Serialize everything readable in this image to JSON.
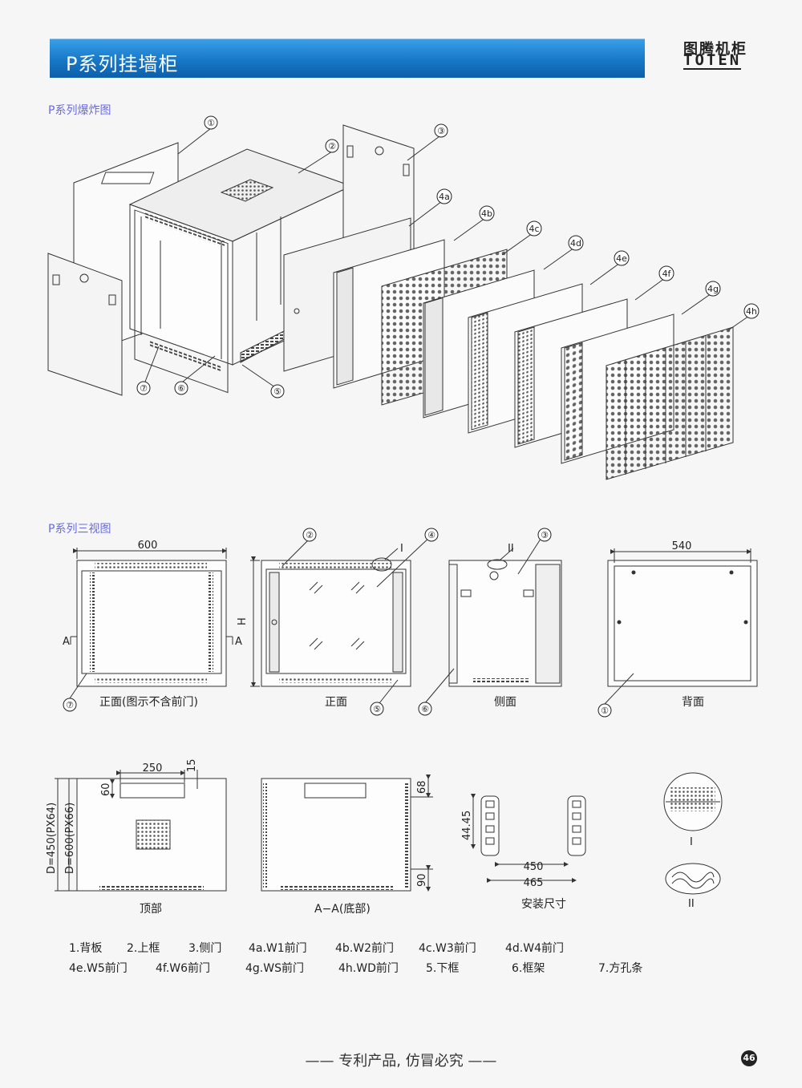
{
  "header": {
    "title": "P系列挂墙柜",
    "brand_cn": "图腾机柜",
    "brand_en": "TOTEN"
  },
  "sections": {
    "exploded": "P系列爆炸图",
    "three_view": "P系列三视图"
  },
  "exploded_callouts": [
    "①",
    "②",
    "③",
    "4a",
    "4b",
    "4c",
    "4d",
    "4e",
    "4f",
    "4g",
    "4h",
    "⑦",
    "⑥",
    "⑤"
  ],
  "views": {
    "front_no_door": "正面(图示不含前门)",
    "front": "正面",
    "side": "侧面",
    "back": "背面",
    "top": "顶部",
    "section_aa": "A−A(底部)",
    "mounting": "安装尺寸"
  },
  "dimensions": {
    "width": "600",
    "back_width": "540",
    "height_mark": "H",
    "section_mark": "A",
    "detail_one": "I",
    "detail_two": "II",
    "top_slot_width": "250",
    "top_offset": "15",
    "top_slot_depth": "60",
    "depth_px64": "D=450(PX64)",
    "depth_px66": "D=600(PX66)",
    "section_top": "68",
    "section_bottom": "90",
    "pitch": "44.45",
    "mount_inner": "450",
    "mount_outer": "465"
  },
  "view_callouts": {
    "front_frame": "⑦",
    "front_top": "②",
    "front_door": "④",
    "front_bottom": "⑤",
    "side_door": "③",
    "side_frame": "⑥",
    "back_panel": "①"
  },
  "legend": {
    "row1": [
      "1.背板",
      "2.上框",
      "3.侧门",
      "4a.W1前门",
      "4b.W2前门",
      "4c.W3前门",
      "4d.W4前门"
    ],
    "row2": [
      "4e.W5前门",
      "4f.W6前门",
      "4g.WS前门",
      "4h.WD前门",
      "5.下框",
      "6.框架",
      "7.方孔条"
    ]
  },
  "footer": {
    "slogan": "—— 专利产品, 仿冒必究 ——",
    "page": "46"
  },
  "colors": {
    "title_bar": "#1778c8",
    "section_title": "#6a6ae0",
    "line": "#333333"
  }
}
